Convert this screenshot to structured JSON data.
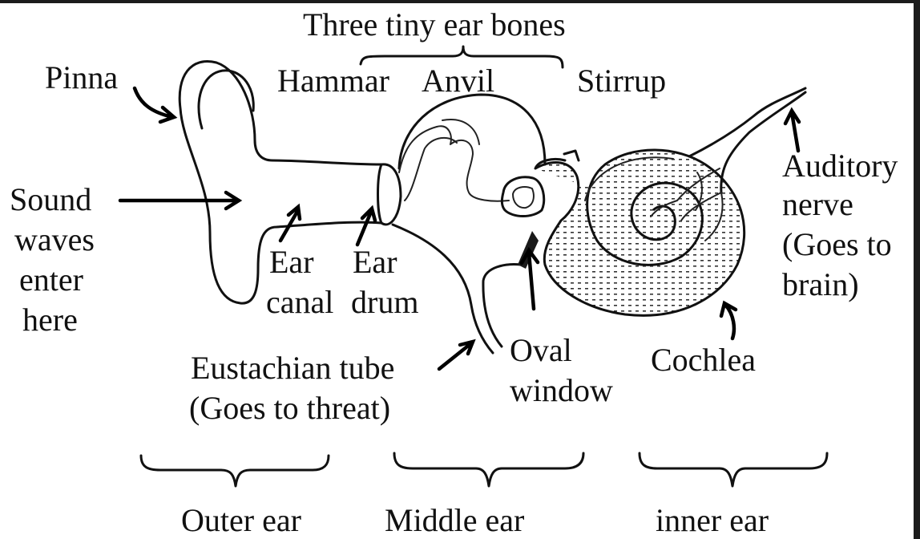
{
  "diagram": {
    "title": "Three tiny ear bones",
    "labels": {
      "pinna": "Pinna",
      "hammar": "Hammar",
      "anvil": "Anvil",
      "stirrup": "Stirrup",
      "sound_waves": [
        "Sound",
        "waves",
        "enter",
        "here"
      ],
      "ear_canal": [
        "Ear",
        "canal"
      ],
      "ear_drum": [
        "Ear",
        "drum"
      ],
      "auditory_nerve": [
        "Auditory",
        "nerve",
        "(Goes to",
        "brain)"
      ],
      "eustachian_tube": [
        "Eustachian tube",
        "(Goes to threat)"
      ],
      "oval_window": [
        "Oval",
        "window"
      ],
      "cochlea": "Cochlea"
    },
    "sections": {
      "outer": "Outer ear",
      "middle": "Middle ear",
      "inner": "inner ear"
    }
  }
}
